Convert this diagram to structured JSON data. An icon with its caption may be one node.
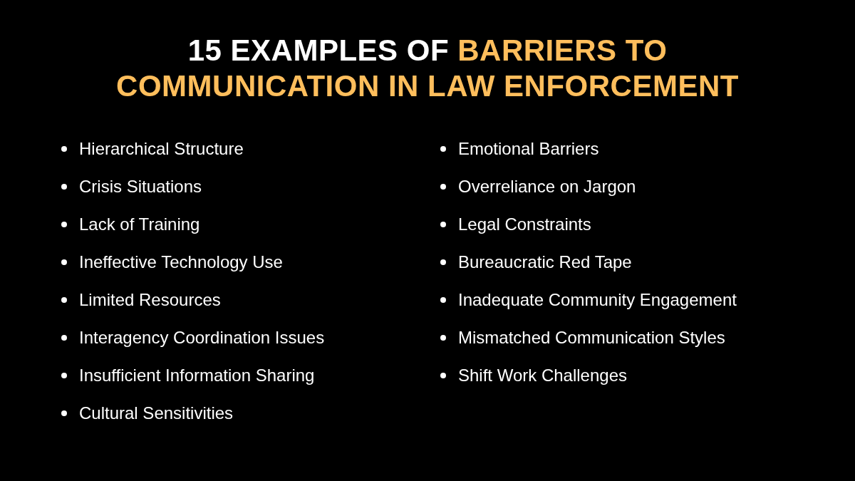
{
  "diagram": {
    "title": "15 EXAMPLES OF **BARRIERS TO COMMUNICATION IN LAW ENFORCEMENT**",
    "labels": [
      "Hierarchical Structure",
      "Crisis Situations",
      "Lack of Training",
      "Ineffective Technology Use",
      "Limited Resources",
      "Interagency Coordination Issues",
      "Insufficient Information Sharing",
      "Cultural Sensitivities",
      "Emotional Barriers",
      "Overreliance on Jargon",
      "Legal Constraints",
      "Bureaucratic Red Tape",
      "Inadequate Community Engagement",
      "Mismatched Communication Styles",
      "Shift Work Challenges"
    ]
  }
}
